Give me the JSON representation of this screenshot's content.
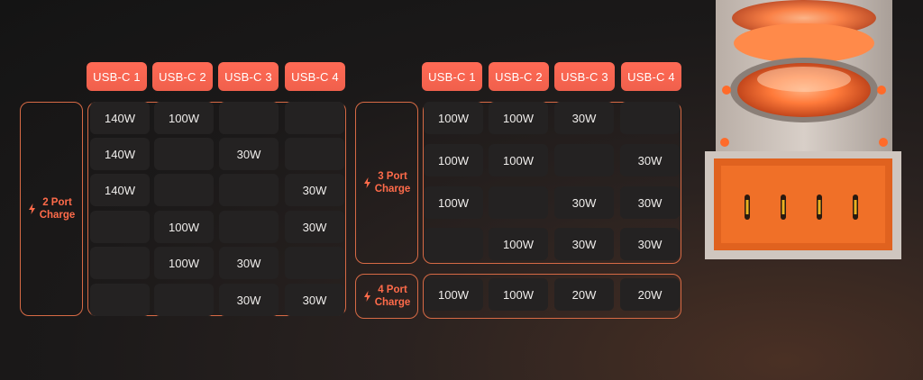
{
  "left": {
    "headers": [
      "USB-C 1",
      "USB-C 2",
      "USB-C 3",
      "USB-C 4"
    ],
    "label": {
      "line1": "2 Port",
      "line2": "Charge"
    },
    "rows": [
      [
        "140W",
        "100W",
        "",
        ""
      ],
      [
        "140W",
        "",
        "30W",
        ""
      ],
      [
        "140W",
        "",
        "",
        "30W"
      ],
      [
        "",
        "100W",
        "",
        "30W"
      ],
      [
        "",
        "100W",
        "30W",
        ""
      ],
      [
        "",
        "",
        "30W",
        "30W"
      ]
    ]
  },
  "right": {
    "headers": [
      "USB-C 1",
      "USB-C 2",
      "USB-C 3",
      "USB-C 4"
    ],
    "three_port": {
      "label": {
        "line1": "3 Port",
        "line2": "Charge"
      },
      "rows": [
        [
          "100W",
          "100W",
          "30W",
          ""
        ],
        [
          "100W",
          "100W",
          "",
          "30W"
        ],
        [
          "100W",
          "",
          "30W",
          "30W"
        ],
        [
          "",
          "100W",
          "30W",
          "30W"
        ]
      ]
    },
    "four_port": {
      "label": {
        "line1": "4 Port",
        "line2": "Charge"
      },
      "rows": [
        [
          "100W",
          "100W",
          "20W",
          "20W"
        ]
      ]
    }
  },
  "icons": {
    "bolt": "lightning-bolt-icon"
  },
  "colors": {
    "accent": "#ff6b4a",
    "header": "#f0604c",
    "cell": "#242222",
    "border": "#d76a45"
  }
}
